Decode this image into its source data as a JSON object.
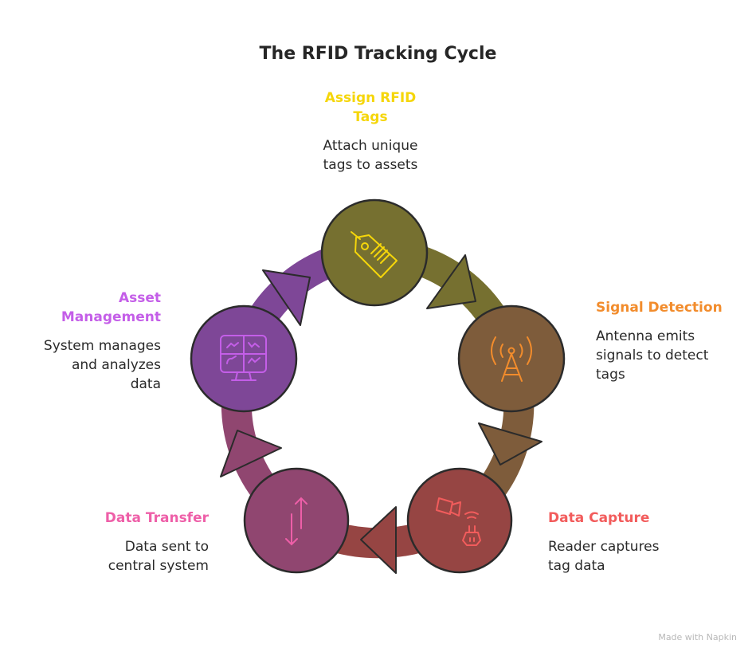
{
  "title": "The RFID Tracking Cycle",
  "steps": [
    {
      "title": "Assign RFID Tags",
      "title_lines": [
        "Assign RFID",
        "Tags"
      ],
      "desc_lines": [
        "Attach unique",
        "tags to assets"
      ],
      "icon": "tag-icon",
      "circle_color": "#767030",
      "label_color": "#F5D60A"
    },
    {
      "title": "Signal Detection",
      "desc_lines": [
        "Antenna emits",
        "signals to detect",
        "tags"
      ],
      "icon": "antenna-icon",
      "circle_color": "#7E5C3B",
      "label_color": "#F28C2C"
    },
    {
      "title": "Data Capture",
      "desc_lines": [
        "Reader captures",
        "tag data"
      ],
      "icon": "camera-basket-icon",
      "circle_color": "#964543",
      "label_color": "#F25C5C"
    },
    {
      "title": "Data Transfer",
      "desc_lines": [
        "Data sent to",
        "central system"
      ],
      "icon": "arrows-up-down-icon",
      "circle_color": "#904670",
      "label_color": "#EE5FA8"
    },
    {
      "title": "Asset Management",
      "title_lines": [
        "Asset",
        "Management"
      ],
      "desc_lines": [
        "System manages",
        "and analyzes",
        "data"
      ],
      "icon": "dashboard-monitor-icon",
      "circle_color": "#7E4797",
      "label_color": "#C45EE8"
    }
  ],
  "watermark": "Made with Napkin"
}
